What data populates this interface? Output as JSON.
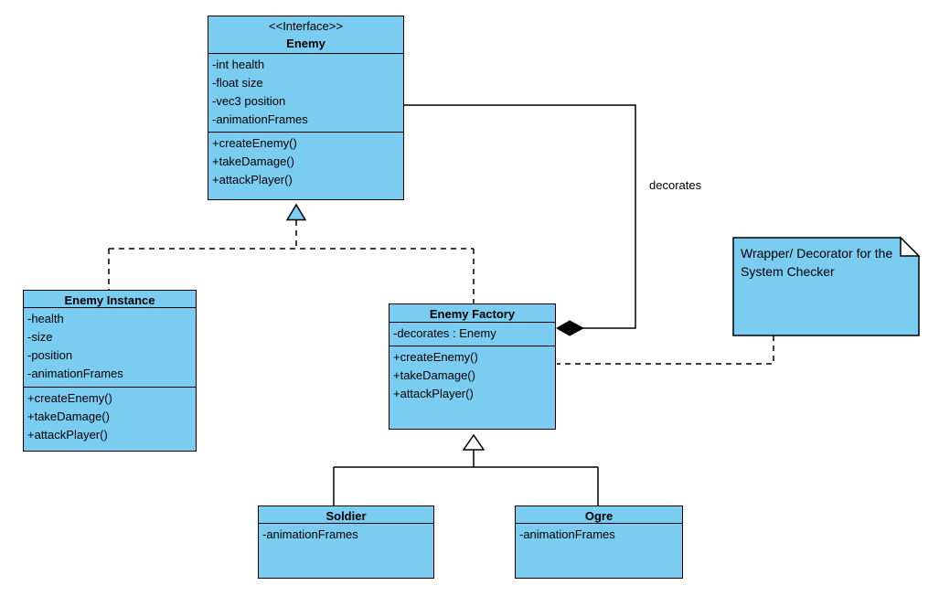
{
  "colors": {
    "node_fill": "#7accf0",
    "node_border": "#000000",
    "canvas_background": "#ffffff",
    "composition_diamond_fill": "#000000",
    "realization_triangle_fill": "#7accf0",
    "generalization_triangle_fill": "#ffffff"
  },
  "classes": {
    "enemy": {
      "stereotype": "<<Interface>>",
      "name": "Enemy",
      "attributes": [
        "-int health",
        "-float size",
        "-vec3 position",
        "-animationFrames"
      ],
      "methods": [
        "+createEnemy()",
        "+takeDamage()",
        "+attackPlayer()"
      ]
    },
    "enemy_instance": {
      "name": "Enemy Instance",
      "attributes": [
        "-health",
        "-size",
        "-position",
        "-animationFrames"
      ],
      "methods": [
        "+createEnemy()",
        "+takeDamage()",
        "+attackPlayer()"
      ]
    },
    "enemy_factory": {
      "name": "Enemy Factory",
      "attributes": [
        "-decorates : Enemy"
      ],
      "methods": [
        "+createEnemy()",
        "+takeDamage()",
        "+attackPlayer()"
      ]
    },
    "soldier": {
      "name": "Soldier",
      "attributes": [
        "-animationFrames"
      ]
    },
    "ogre": {
      "name": "Ogre",
      "attributes": [
        "-animationFrames"
      ]
    }
  },
  "note": {
    "text": "Wrapper/ Decorator for the System Checker"
  },
  "edge_labels": {
    "decorates": "decorates"
  }
}
